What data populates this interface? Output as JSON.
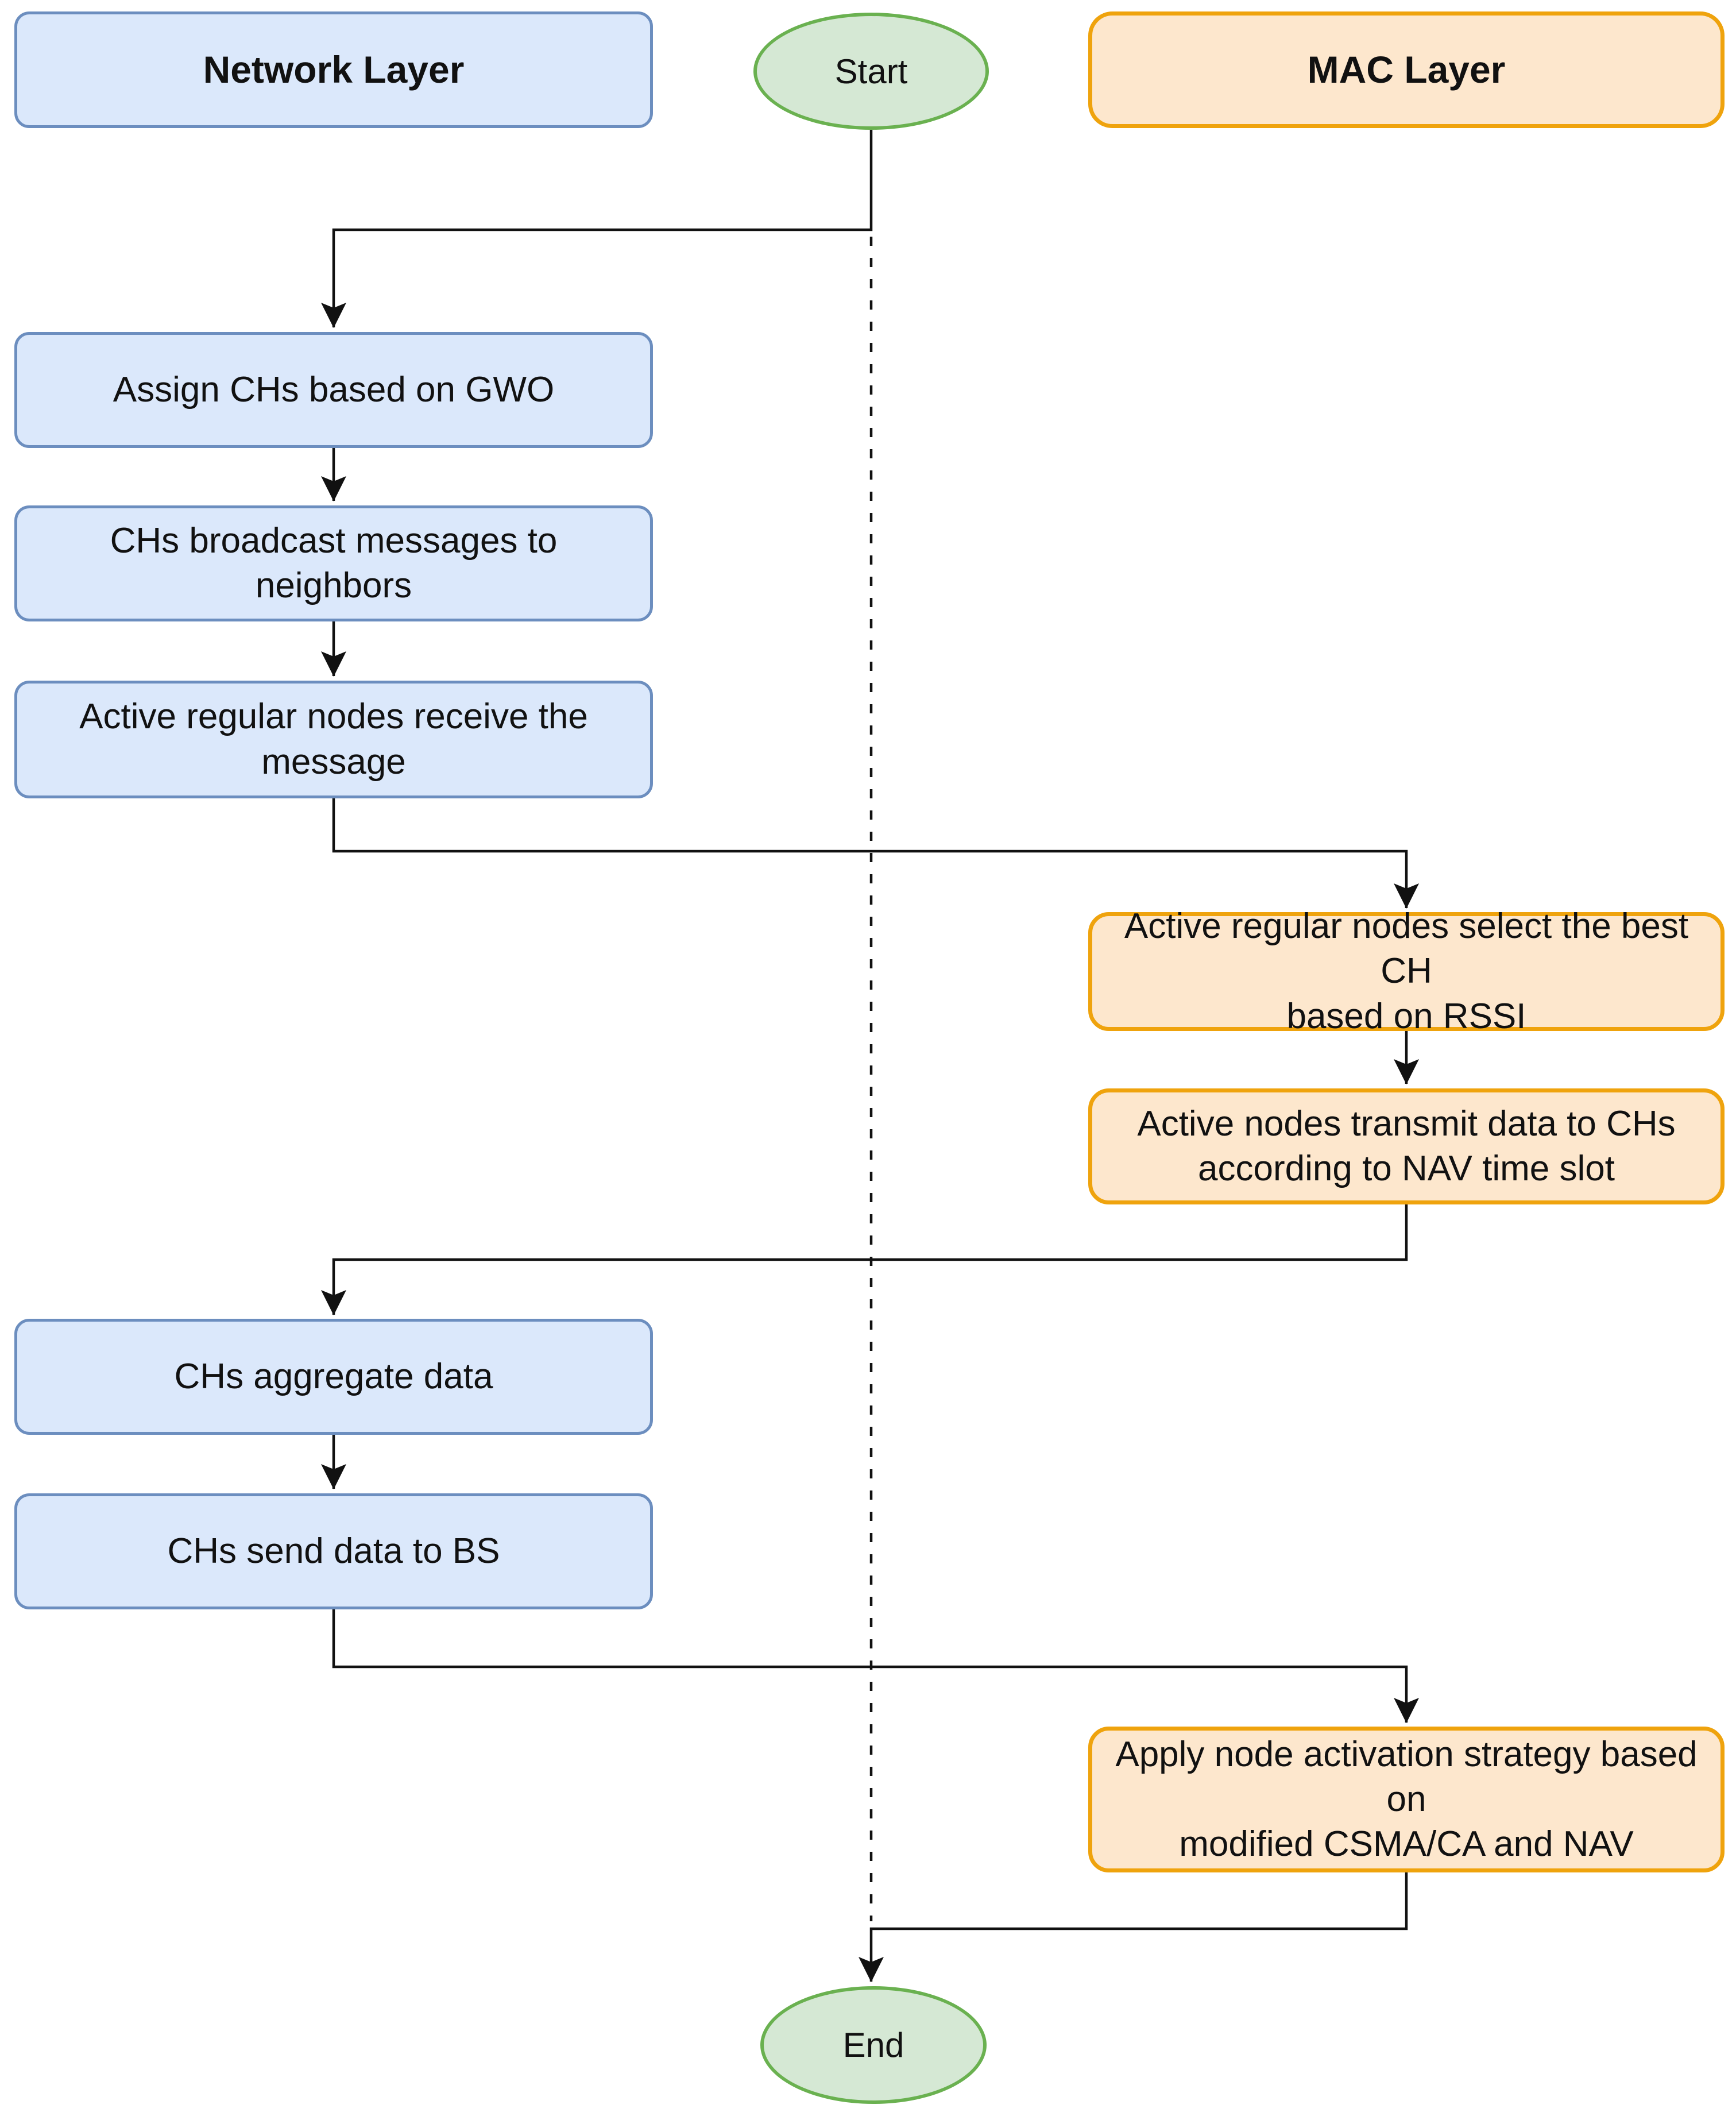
{
  "colors": {
    "background": "#ffffff",
    "blue_fill": "#dbe8fb",
    "blue_border": "#6c8ebf",
    "orange_fill": "#fde7cd",
    "orange_border": "#efa30d",
    "green_fill": "#d5e8d4",
    "green_border": "#6ab150",
    "line": "#111111",
    "text": "#111111"
  },
  "lanes": {
    "network": "Network Layer",
    "mac": "MAC Layer"
  },
  "terminals": {
    "start": "Start",
    "end": "End"
  },
  "steps": {
    "assign_chs": "Assign CHs based on GWO",
    "broadcast": "CHs broadcast messages to neighbors",
    "receive": "Active regular nodes receive the\nmessage",
    "select_ch": "Active regular nodes select the best CH\nbased on RSSI",
    "transmit": "Active nodes transmit data to CHs\naccording to NAV time slot",
    "aggregate": "CHs aggregate data",
    "send_bs": "CHs send data to BS",
    "activation": "Apply node activation strategy based on\nmodified CSMA/CA and NAV"
  },
  "edges": [
    "Start → Assign CHs based on GWO",
    "Assign CHs based on GWO → CHs broadcast messages to neighbors",
    "CHs broadcast messages to neighbors → Active regular nodes receive the message",
    "Active regular nodes receive the message → Active regular nodes select the best CH based on RSSI",
    "Active regular nodes select the best CH based on RSSI → Active nodes transmit data to CHs according to NAV time slot",
    "Active nodes transmit data to CHs according to NAV time slot → CHs aggregate data",
    "CHs aggregate data → CHs send data to BS",
    "CHs send data to BS → Apply node activation strategy based on modified CSMA/CA and NAV",
    "Apply node activation strategy based on modified CSMA/CA and NAV → End"
  ]
}
